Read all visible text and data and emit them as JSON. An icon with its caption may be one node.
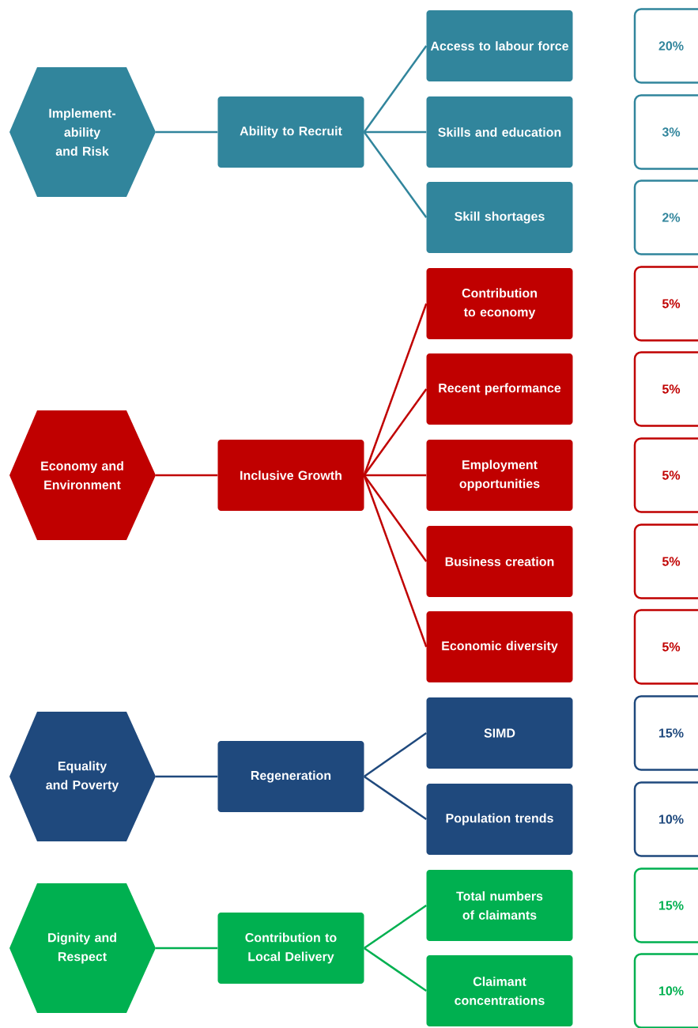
{
  "diagram": {
    "nodes": [
      {
        "text": [
          "Implement-ability and Risk"
        ]
      },
      {
        "text": [
          "Ability to Recruit"
        ]
      },
      {
        "text": [
          "Access to labour force"
        ]
      },
      {
        "text": [
          "Skills and education"
        ]
      },
      {
        "text": [
          "Skill shortages"
        ]
      },
      {
        "text": [
          "20%"
        ]
      },
      {
        "text": [
          "3%"
        ]
      },
      {
        "text": [
          "2%"
        ]
      },
      {
        "text": [
          "Economy and Environment"
        ]
      },
      {
        "text": [
          "Inclusive Growth"
        ]
      },
      {
        "text": [
          "Contribution to economy"
        ]
      },
      {
        "text": [
          "Recent performance"
        ]
      },
      {
        "text": [
          "Employment opportunities"
        ]
      },
      {
        "text": [
          "Business creation"
        ]
      },
      {
        "text": [
          "Economic diversity"
        ]
      },
      {
        "text": [
          "5%"
        ]
      },
      {
        "text": [
          "5%"
        ]
      },
      {
        "text": [
          "5%"
        ]
      },
      {
        "text": [
          "5%"
        ]
      },
      {
        "text": [
          "5%"
        ]
      },
      {
        "text": [
          "Equality and Poverty"
        ]
      },
      {
        "text": [
          "Regeneration"
        ]
      },
      {
        "text": [
          "SIMD"
        ]
      },
      {
        "text": [
          "Population trends"
        ]
      },
      {
        "text": [
          "15%"
        ]
      },
      {
        "text": [
          "10%"
        ]
      },
      {
        "text": [
          "Dignity and Respect"
        ]
      },
      {
        "text": [
          "Contribution to Local Delivery"
        ]
      },
      {
        "text": [
          "Total numbers of claimants"
        ]
      },
      {
        "text": [
          "Claimant concentrations"
        ]
      },
      {
        "text": [
          "15%"
        ]
      },
      {
        "text": [
          "10%"
        ]
      }
    ],
    "edges": [
      {
        "from": 0,
        "to": 1,
        "arrow": "none",
        "color": "#31859c"
      },
      {
        "from": 1,
        "to": 2,
        "arrow": "none",
        "color": "#31859c"
      },
      {
        "from": 1,
        "to": 3,
        "arrow": "none",
        "color": "#31859c"
      },
      {
        "from": 1,
        "to": 4,
        "arrow": "none",
        "color": "#31859c"
      },
      {
        "from": 8,
        "to": 9,
        "arrow": "none",
        "color": "#c00000"
      },
      {
        "from": 9,
        "to": 10,
        "arrow": "none",
        "color": "#c00000"
      },
      {
        "from": 9,
        "to": 11,
        "arrow": "none",
        "color": "#c00000"
      },
      {
        "from": 9,
        "to": 12,
        "arrow": "none",
        "color": "#c00000"
      },
      {
        "from": 9,
        "to": 13,
        "arrow": "none",
        "color": "#c00000"
      },
      {
        "from": 9,
        "to": 14,
        "arrow": "none",
        "color": "#c00000"
      },
      {
        "from": 20,
        "to": 21,
        "arrow": "none",
        "color": "#1f497d"
      },
      {
        "from": 21,
        "to": 22,
        "arrow": "none",
        "color": "#1f497d"
      },
      {
        "from": 21,
        "to": 23,
        "arrow": "none",
        "color": "#1f497d"
      },
      {
        "from": 26,
        "to": 27,
        "arrow": "none",
        "color": "#00b050"
      },
      {
        "from": 27,
        "to": 28,
        "arrow": "none",
        "color": "#00b050"
      },
      {
        "from": 27,
        "to": 29,
        "arrow": "none",
        "color": "#00b050"
      }
    ]
  }
}
